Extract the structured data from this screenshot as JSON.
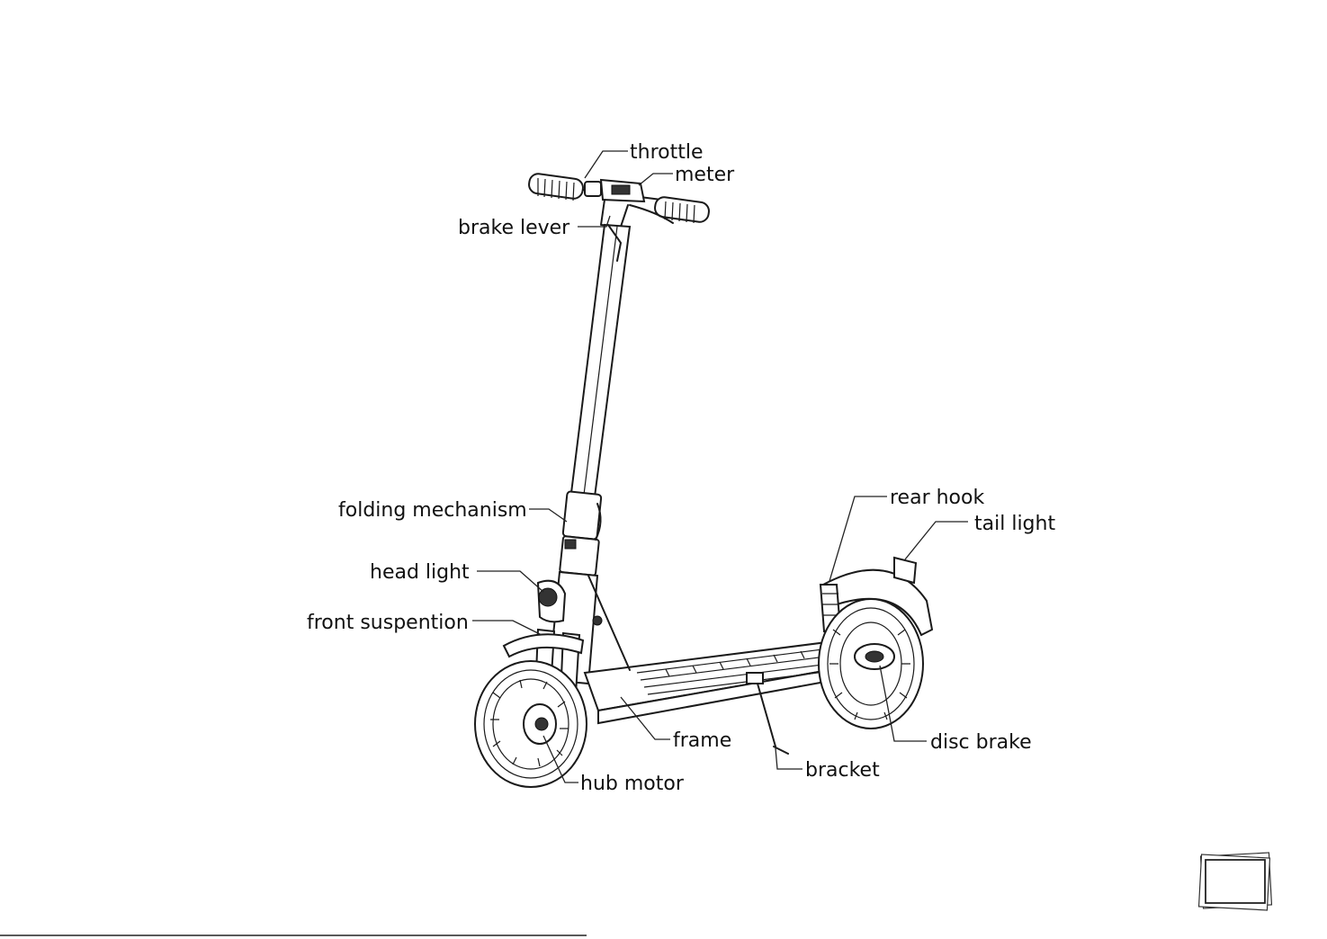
{
  "labels": {
    "throttle": "throttle",
    "meter": "meter",
    "brake_lever": "brake lever",
    "folding_mechanism": "folding mechanism",
    "head_light": "head light",
    "front_suspention": "front suspention",
    "frame": "frame",
    "hub_motor": "hub motor",
    "bracket": "bracket",
    "disc_brake": "disc brake",
    "rear_hook": "rear hook",
    "tail_light": "tail light"
  },
  "colors": {
    "ink": "#1a1a1a",
    "background": "#ffffff"
  },
  "icons": {
    "corner": "page-corner-icon"
  }
}
